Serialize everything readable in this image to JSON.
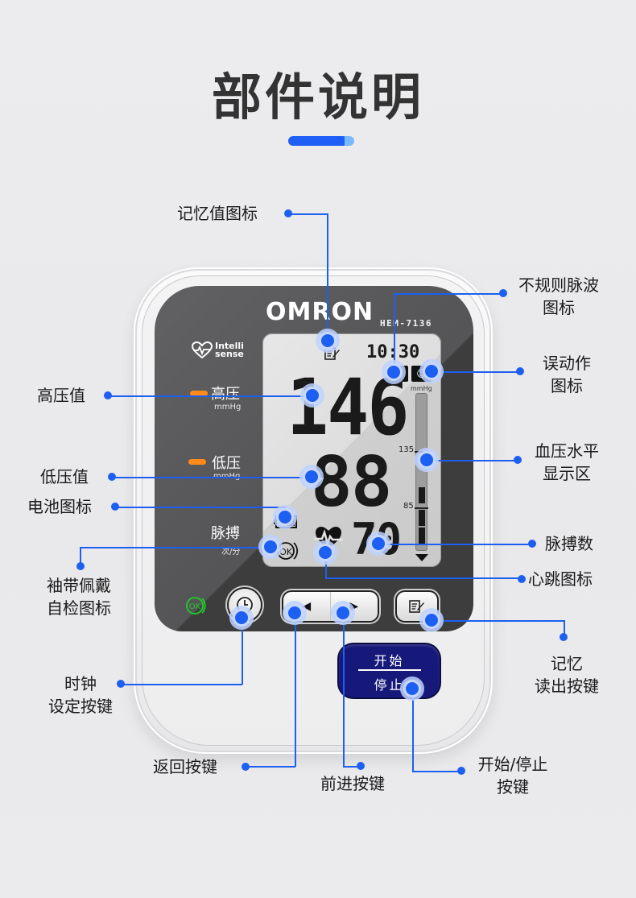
{
  "header": {
    "title": "部件说明",
    "accent_color": "#1f5ff5",
    "accent_tail_color": "#7ab8ff"
  },
  "device": {
    "brand": "OMRON",
    "model": "HEM-7136",
    "logo_text_line1": "Intelli",
    "logo_text_line2": "sense",
    "panel_labels": {
      "systolic": "高压",
      "systolic_unit": "mmHg",
      "diastolic": "低压",
      "diastolic_unit": "mmHg",
      "pulse": "脉搏",
      "pulse_unit": "次/分"
    },
    "lcd": {
      "time": "10:30",
      "systolic": "146",
      "diastolic": "88",
      "pulse": "70",
      "unit": "mmHg",
      "scale_high": "135",
      "scale_low": "85",
      "cuff_ok_text": "OK"
    },
    "buttons": {
      "ok_indicator": "OK",
      "start_top": "开始",
      "start_bottom": "停止"
    },
    "colors": {
      "panel": "#4a4a4c",
      "start_button": "#17197a",
      "orange_indicator": "#ff8a1a",
      "ok_green": "#22c52b",
      "callout_blue": "#1d5ff0"
    }
  },
  "callouts": {
    "memory_icon": "记忆值图标",
    "irregular_pulse_line1": "不规则脉波",
    "irregular_pulse_line2": "图标",
    "motion_line1": "误动作",
    "motion_line2": "图标",
    "systolic": "高压值",
    "diastolic": "低压值",
    "battery": "电池图标",
    "bp_level_line1": "血压水平",
    "bp_level_line2": "显示区",
    "pulse_rate": "脉搏数",
    "cuff_check_line1": "袖带佩戴",
    "cuff_check_line2": "自检图标",
    "heartbeat": "心跳图标",
    "memory_button_line1": "记忆",
    "memory_button_line2": "读出按键",
    "clock_line1": "时钟",
    "clock_line2": "设定按键",
    "back": "返回按键",
    "forward": "前进按键",
    "start_stop_line1": "开始/停止",
    "start_stop_line2": "按键"
  }
}
